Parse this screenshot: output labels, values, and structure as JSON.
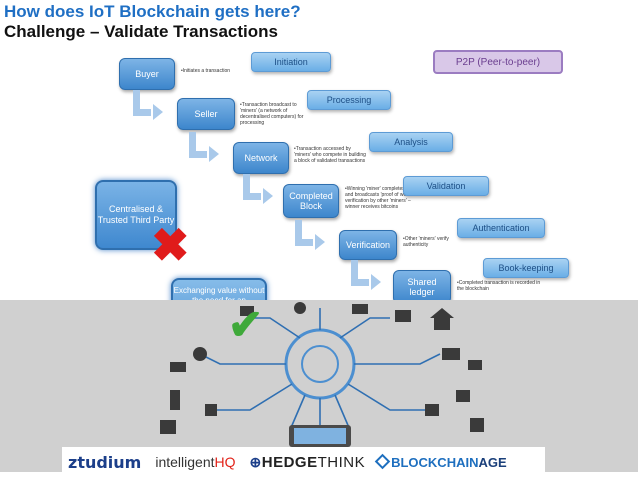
{
  "heading": {
    "line1": "How does IoT Blockchain gets here?",
    "line2": "Challenge – Validate Transactions"
  },
  "steps": [
    {
      "label": "Buyer",
      "note": "•Initiates a transaction"
    },
    {
      "label": "Seller",
      "note": "•Transaction broadcast to 'miners' (a network of decentralised computers) for processing"
    },
    {
      "label": "Network",
      "note": "•Transaction accessed by 'miners' who compete in building a block of validated transactions"
    },
    {
      "label": "Completed Block",
      "note": "•Winning 'miner' completes a block and broadcasts 'proof of work' for verification by other 'miners' – winner receives bitcoins"
    },
    {
      "label": "Verification",
      "note": "•Other 'miners' verify authenticity"
    },
    {
      "label": "Shared ledger",
      "note": "•Completed transaction is recorded in the blockchain"
    }
  ],
  "stages": [
    "Initiation",
    "Processing",
    "Analysis",
    "Validation",
    "Authentication",
    "Book-keeping"
  ],
  "p2p": "P2P (Peer-to-peer)",
  "centralised": "Centralised & Trusted Third Party",
  "exchanging": "Exchanging value without the need for an intermediary",
  "logos": {
    "ztudium": "ztudium",
    "intelligent": "intelligent",
    "hq": "HQ",
    "hedge_a": "HEDGE",
    "hedge_b": "THINK",
    "blockchain_a": "BLOCKCHAIN",
    "blockchain_b": "AGE"
  },
  "colors": {
    "title_blue": "#1f6fc4",
    "step_blue": "#3d86cc",
    "cross_red": "#e01b1b",
    "check_green": "#3fa93a",
    "p2p_purple": "#6a3d8f"
  },
  "icons": [
    "x-cross-icon",
    "checkmark-icon",
    "iot-network-icon"
  ]
}
